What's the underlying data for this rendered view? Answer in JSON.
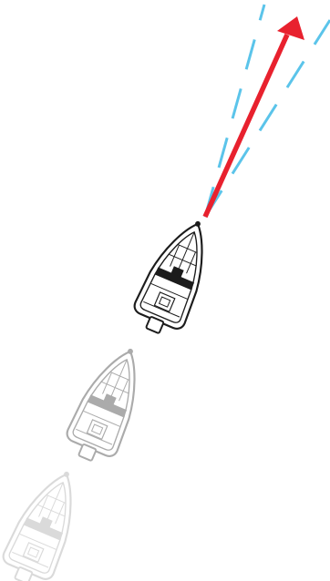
{
  "colors": {
    "background": "#ffffff",
    "heading_arrow": "#e8212e",
    "course_lines": "#5bc4ea",
    "boat_current": "#1c1c1c",
    "boat_trail_1": "#8f8f8f",
    "boat_trail_2": "#bdbdbd"
  },
  "icons": {
    "boat": "boat-topview-icon",
    "heading": "heading-arrow-icon",
    "course_lines": "course-line-icon"
  },
  "boats": [
    {
      "name": "boat-current",
      "opacity": 1.0
    },
    {
      "name": "boat-trail-1",
      "opacity": 0.75
    },
    {
      "name": "boat-trail-2",
      "opacity": 0.55
    }
  ]
}
